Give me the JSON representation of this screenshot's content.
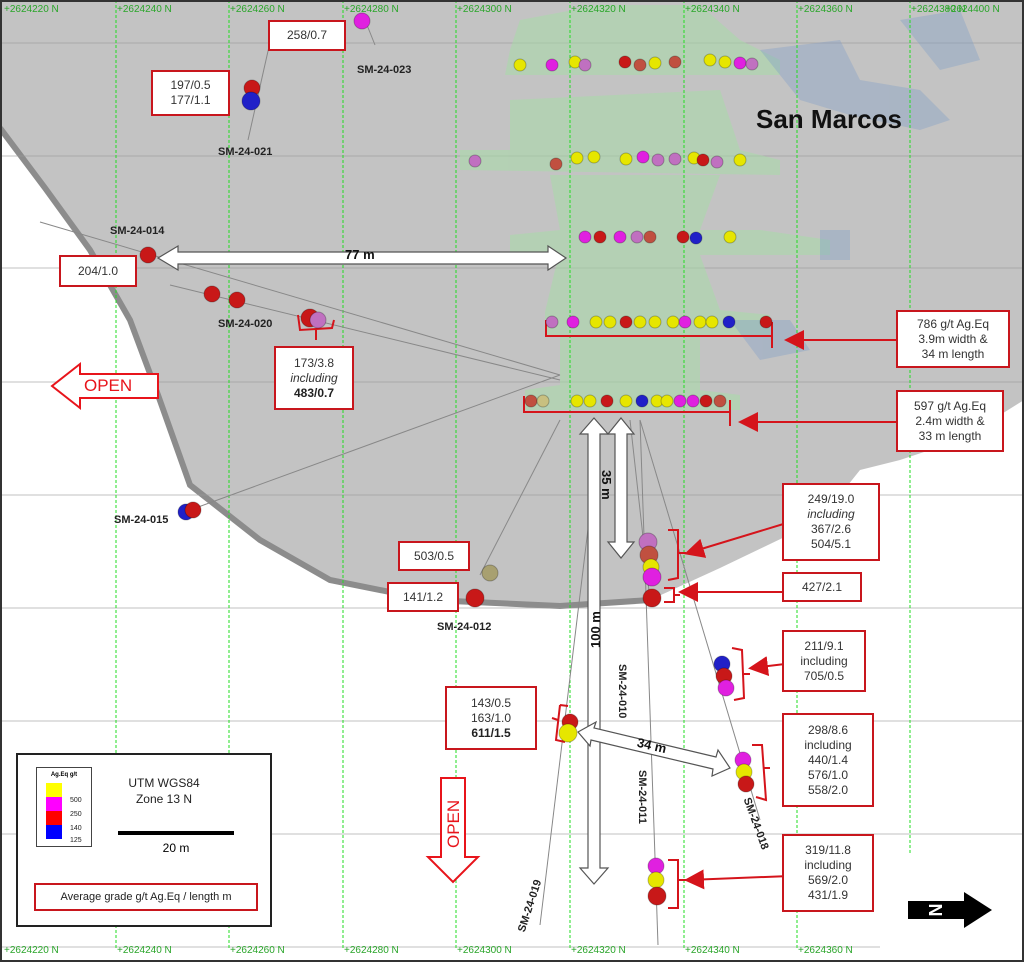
{
  "title": "San Marcos",
  "grid": {
    "top_labels": [
      "+2624220 N",
      "+2624240 N",
      "+2624260 N",
      "+2624280 N",
      "+2624300 N",
      "+2624320 N",
      "+2624340 N",
      "+2624360 N",
      "+2624380 N",
      "+2624400 N"
    ],
    "bottom_labels": [
      "+2624220 N",
      "+2624240 N",
      "+2624260 N",
      "+2624280 N",
      "+2624300 N",
      "+2624320 N",
      "+2624340 N",
      "+2624360 N"
    ],
    "color": "#22dd22"
  },
  "drill_holes": [
    {
      "id": "SM-24-023"
    },
    {
      "id": "SM-24-021"
    },
    {
      "id": "SM-24-014"
    },
    {
      "id": "SM-24-020"
    },
    {
      "id": "SM-24-015"
    },
    {
      "id": "SM-24-012"
    },
    {
      "id": "SM-24-010"
    },
    {
      "id": "SM-24-011"
    },
    {
      "id": "SM-24-018"
    },
    {
      "id": "SM-24-019"
    }
  ],
  "callouts": {
    "sm023": [
      "258/0.7"
    ],
    "sm021": [
      "197/0.5",
      "177/1.1"
    ],
    "sm014": [
      "204/1.0"
    ],
    "sm020": [
      "173/3.8",
      "including",
      "483/0.7"
    ],
    "vein_upper": [
      "786 g/t Ag.Eq",
      "3.9m width &",
      "34 m length"
    ],
    "vein_lower": [
      "597 g/t Ag.Eq",
      "2.4m width &",
      "33 m length"
    ],
    "sm010a": [
      "249/19.0",
      "including",
      "367/2.6",
      "504/5.1"
    ],
    "sm010b": [
      "427/2.1"
    ],
    "sm012a": [
      "503/0.5"
    ],
    "sm012b": [
      "141/1.2"
    ],
    "sm019": [
      "143/0.5",
      "163/1.0",
      "611/1.5"
    ],
    "sm011b": [
      "211/9.1",
      "including",
      "705/0.5"
    ],
    "sm018": [
      "298/8.6",
      "including",
      "440/1.4",
      "576/1.0",
      "558/2.0"
    ],
    "sm011": [
      "319/11.8",
      "including",
      "569/2.0",
      "431/1.9"
    ]
  },
  "dimensions": {
    "d77": "77 m",
    "d35": "35 m",
    "d100": "100 m",
    "d34": "34 m"
  },
  "open_labels": {
    "left": "OPEN",
    "down": "OPEN"
  },
  "legend": {
    "scale_title": "Ag.Eq g/t",
    "swatches": [
      {
        "color": "#ffff00",
        "label": ""
      },
      {
        "color": "#ff00ff",
        "label": "500"
      },
      {
        "color": "#ff0000",
        "label": "250"
      },
      {
        "color": "#0000ff",
        "label": "140"
      }
    ],
    "bottom_label": "125",
    "projection": "UTM WGS84",
    "zone": "Zone 13 N",
    "scale_bar": "20 m",
    "note": "Average grade g/t Ag.Eq / length m"
  },
  "north_arrow": "N",
  "colors": {
    "accent_red": "#c8161d",
    "ore_green": "#9cd49c",
    "shell_grey": "#b4b4b4"
  }
}
